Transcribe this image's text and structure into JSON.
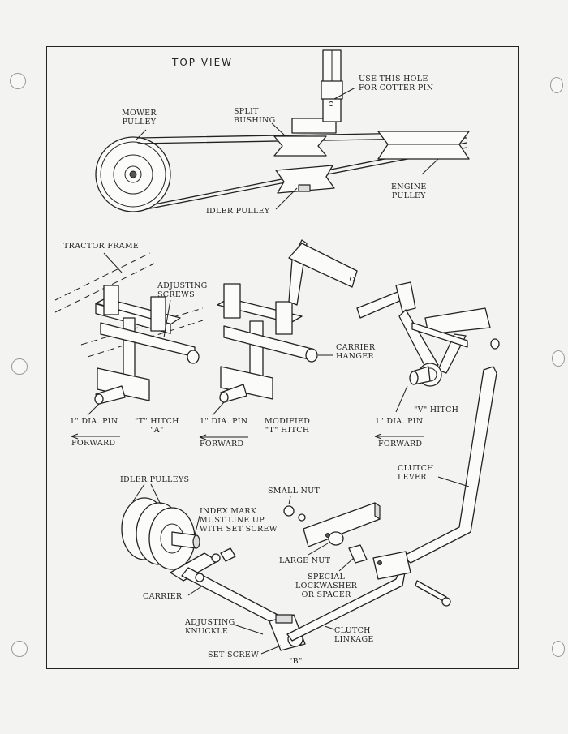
{
  "labels": {
    "top_view": "TOP VIEW",
    "use_hole": "USE THIS HOLE\nFOR COTTER PIN",
    "mower_pulley": "MOWER\nPULLEY",
    "split_bushing": "SPLIT\nBUSHING",
    "engine_pulley": "ENGINE\nPULLEY",
    "idler_pulley": "IDLER PULLEY",
    "tractor_frame": "TRACTOR FRAME",
    "adjusting_screws": "ADJUSTING\nSCREWS",
    "carrier_hanger": "CARRIER\nHANGER",
    "pin_1": "1\" DIA. PIN",
    "t_hitch_a": "\"T\" HITCH\n\"A\"",
    "pin_2": "1\" DIA. PIN",
    "modified_t_hitch": "MODIFIED\n\"T\" HITCH",
    "v_hitch": "\"V\" HITCH",
    "pin_3": "1\" DIA. PIN",
    "forward_1": "FORWARD",
    "forward_2": "FORWARD",
    "forward_3": "FORWARD",
    "clutch_lever": "CLUTCH\nLEVER",
    "idler_pulleys": "IDLER PULLEYS",
    "index_mark": "INDEX MARK\nMUST LINE UP\nWITH SET SCREW",
    "small_nut": "SMALL NUT",
    "large_nut": "LARGE NUT",
    "special_lockwasher": "SPECIAL\nLOCKWASHER\nOR SPACER",
    "carrier": "CARRIER",
    "adjusting_knuckle": "ADJUSTING\nKNUCKLE",
    "clutch_linkage": "CLUTCH\nLINKAGE",
    "set_screw": "SET SCREW",
    "b": "\"B\""
  },
  "colors": {
    "ink": "#222222",
    "paper": "#f3f3f1"
  }
}
